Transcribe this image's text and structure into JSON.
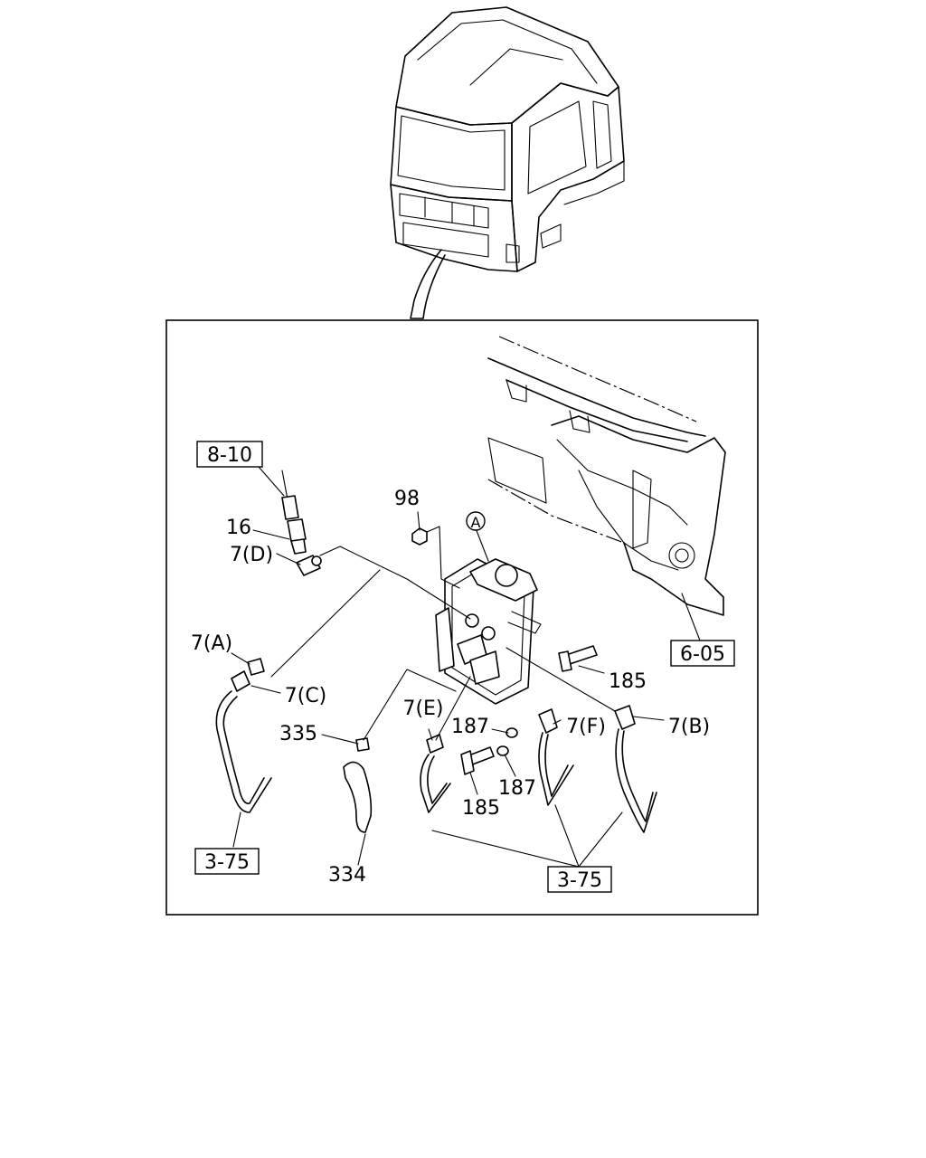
{
  "callouts": {
    "p8_10": "8-10",
    "p16": "16",
    "p7D": "7(D)",
    "p98": "98",
    "pA": "A",
    "p6_05": "6-05",
    "p7A": "7(A)",
    "p7C": "7(C)",
    "p185a": "185",
    "p7E": "7(E)",
    "p187a": "187",
    "p7F": "7(F)",
    "p7B": "7(B)",
    "p335": "335",
    "p187b": "187",
    "p185b": "185",
    "p3_75a": "3-75",
    "p334": "334",
    "p3_75b": "3-75"
  }
}
